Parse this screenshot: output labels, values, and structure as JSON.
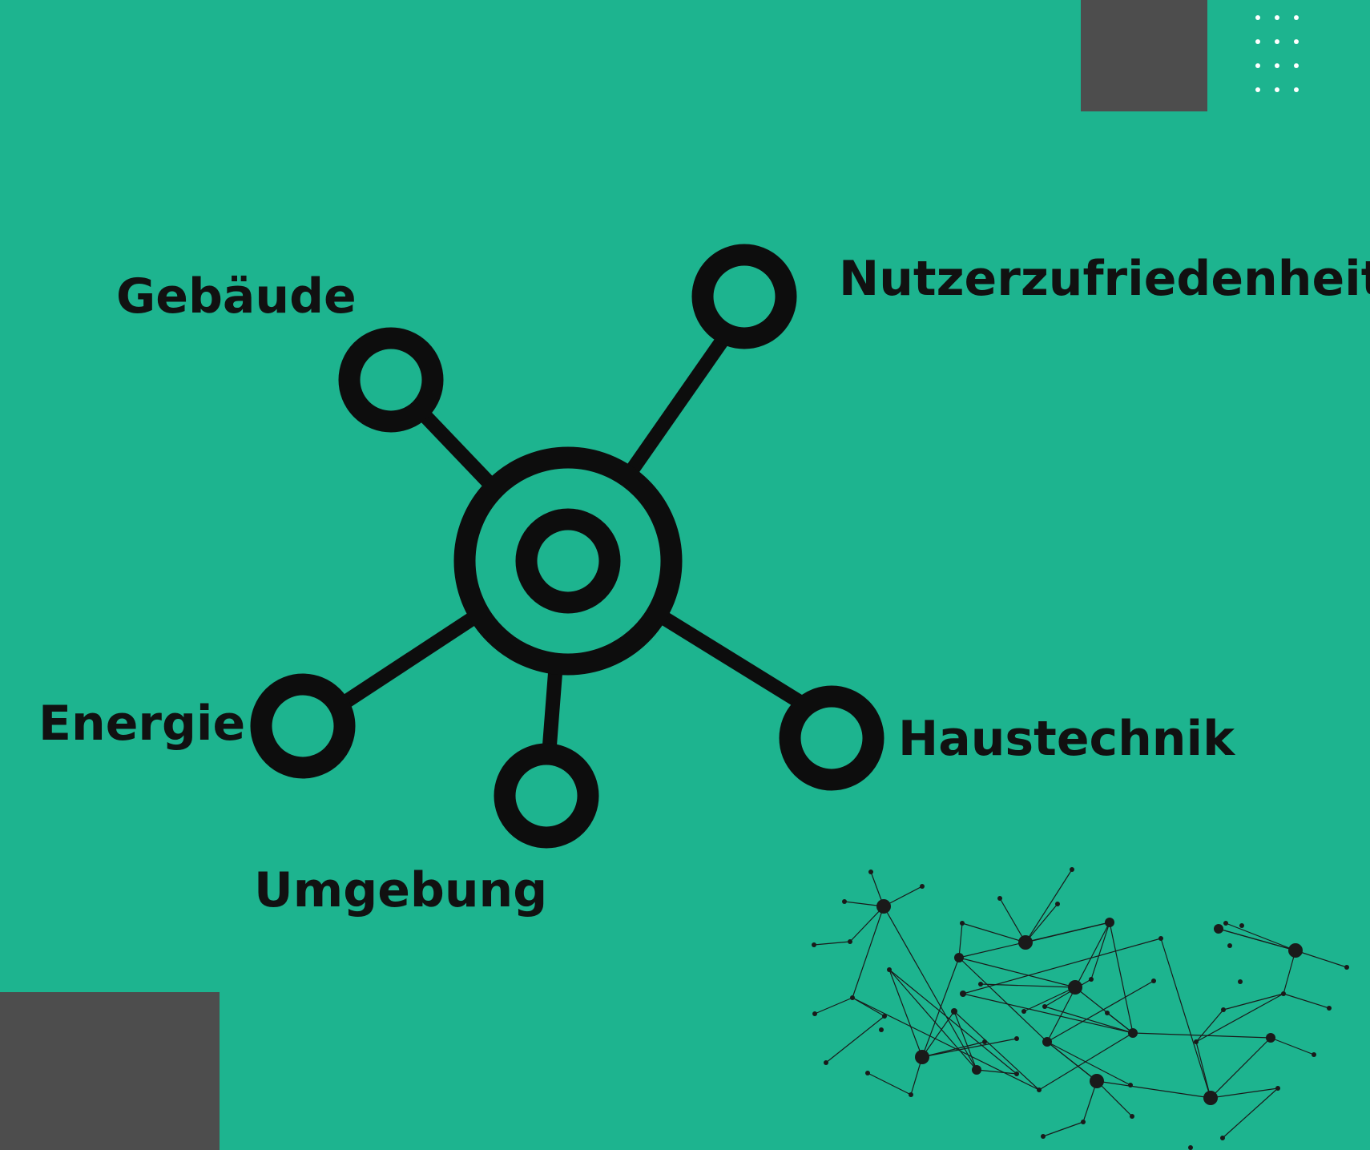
{
  "hub": {
    "icon": "network-hub-icon",
    "nodes": [
      {
        "id": "gebaeude",
        "label": "Gebäude"
      },
      {
        "id": "nutzer",
        "label": "Nutzerzufriedenheit"
      },
      {
        "id": "energie",
        "label": "Energie"
      },
      {
        "id": "umgebung",
        "label": "Umgebung"
      },
      {
        "id": "haustechnik",
        "label": "Haustechnik"
      }
    ]
  },
  "colors": {
    "background": "#1db48f",
    "accent_block": "#4d4d4d",
    "ink": "#111111",
    "dots": "#ffffff"
  },
  "decorations": [
    "gray-rectangle",
    "dot-grid",
    "network-mesh"
  ]
}
